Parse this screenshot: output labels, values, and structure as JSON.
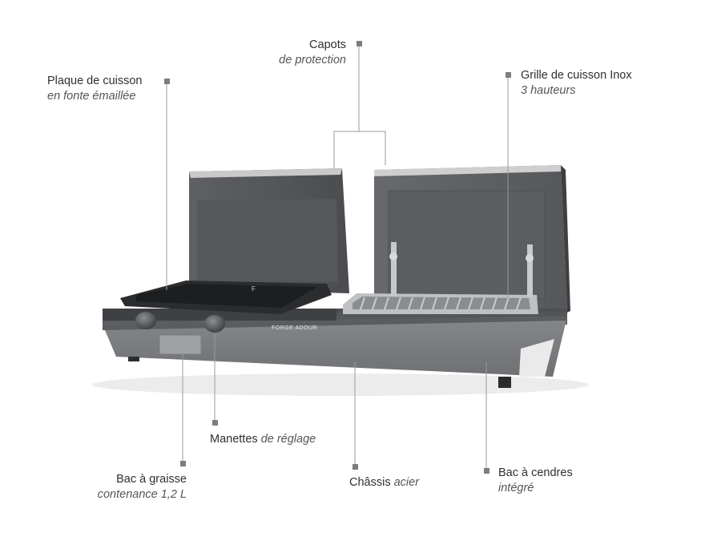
{
  "product": {
    "brand_mark": "FORGE ADOUR"
  },
  "callouts": {
    "capots": {
      "title": "Capots",
      "subtitle": "de protection"
    },
    "plaque": {
      "title": "Plaque de cuisson",
      "subtitle": "en fonte émaillée"
    },
    "grille": {
      "title": "Grille de cuisson Inox",
      "subtitle": "3 hauteurs"
    },
    "manettes": {
      "title": "Manettes",
      "subtitle": "de réglage"
    },
    "bac_graisse": {
      "title": "Bac à graisse",
      "subtitle": "contenance 1,2 L"
    },
    "chassis": {
      "title": "Châssis",
      "subtitle": "acier"
    },
    "bac_cendres": {
      "title": "Bac à cendres",
      "subtitle": "intégré"
    }
  },
  "colors": {
    "leader": "#9a9a9a",
    "marker": "#7d7d7d",
    "body": "#6e7073",
    "dark": "#2b2c2e"
  }
}
